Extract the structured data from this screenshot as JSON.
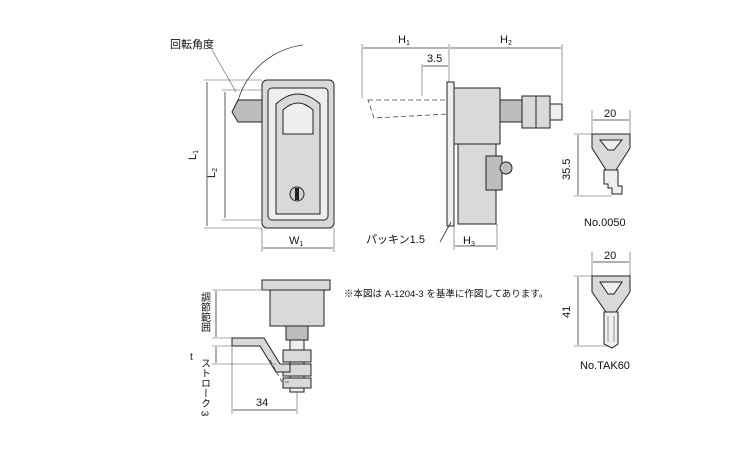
{
  "labels": {
    "rotation_angle": "回転角度",
    "h1_main": "H",
    "h1_sub": "1",
    "h2_main": "H",
    "h2_sub": "2",
    "l1_main": "L",
    "l1_sub": "1",
    "l2_main": "L",
    "l2_sub": "2",
    "w1_main": "W",
    "w1_sub": "1",
    "h3_main": "H",
    "h3_sub": "3",
    "dim_3_5": "3.5",
    "packing": "パッキン1.5",
    "adjust_range": "調節範囲",
    "t": "t",
    "stroke": "ストローク 3",
    "dim_34": "34",
    "note": "※本図は A-1204-3 を基準に作図してあります。",
    "key1_width": "20",
    "key1_height": "35.5",
    "key1_name": "No.0050",
    "key2_width": "20",
    "key2_height": "41",
    "key2_name": "No.TAK60"
  },
  "colors": {
    "metal": "#d9d9d9",
    "line": "#222222"
  }
}
